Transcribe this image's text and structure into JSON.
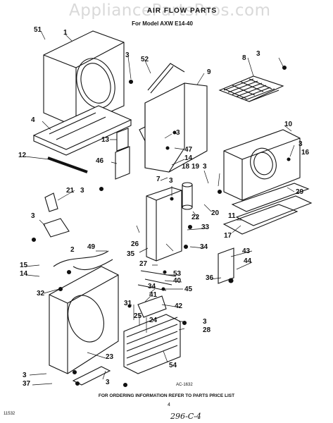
{
  "watermark": "AppliancePartsPros.com",
  "header": {
    "title": "AIR FLOW PARTS",
    "subtitle": "For Model AXW E14-40"
  },
  "callouts": [
    {
      "id": "c51",
      "label": "51"
    },
    {
      "id": "c1",
      "label": "1"
    },
    {
      "id": "c3a",
      "label": "3"
    },
    {
      "id": "c52",
      "label": "52"
    },
    {
      "id": "c9",
      "label": "9"
    },
    {
      "id": "c3b",
      "label": "3"
    },
    {
      "id": "c8",
      "label": "8"
    },
    {
      "id": "c4",
      "label": "4"
    },
    {
      "id": "c13",
      "label": "13"
    },
    {
      "id": "c3c",
      "label": "3"
    },
    {
      "id": "c10",
      "label": "10"
    },
    {
      "id": "c47",
      "label": "47"
    },
    {
      "id": "c3d",
      "label": "3"
    },
    {
      "id": "c16",
      "label": "16"
    },
    {
      "id": "c12",
      "label": "12"
    },
    {
      "id": "c14a",
      "label": "14"
    },
    {
      "id": "c46",
      "label": "46"
    },
    {
      "id": "c18",
      "label": "18"
    },
    {
      "id": "c19",
      "label": "19"
    },
    {
      "id": "c3e",
      "label": "3"
    },
    {
      "id": "c7",
      "label": "7"
    },
    {
      "id": "c29",
      "label": "29"
    },
    {
      "id": "c21",
      "label": "21"
    },
    {
      "id": "c3f",
      "label": "3"
    },
    {
      "id": "c3g",
      "label": "3"
    },
    {
      "id": "c20",
      "label": "20"
    },
    {
      "id": "c11",
      "label": "11"
    },
    {
      "id": "c22",
      "label": "22"
    },
    {
      "id": "c17",
      "label": "17"
    },
    {
      "id": "c3h",
      "label": "3"
    },
    {
      "id": "c33",
      "label": "33"
    },
    {
      "id": "c2",
      "label": "2"
    },
    {
      "id": "c49",
      "label": "49"
    },
    {
      "id": "c26",
      "label": "26"
    },
    {
      "id": "c34a",
      "label": "34"
    },
    {
      "id": "c43",
      "label": "43"
    },
    {
      "id": "c35",
      "label": "35"
    },
    {
      "id": "c15",
      "label": "15"
    },
    {
      "id": "c14b",
      "label": "14"
    },
    {
      "id": "c27",
      "label": "27"
    },
    {
      "id": "c44",
      "label": "44"
    },
    {
      "id": "c53",
      "label": "53"
    },
    {
      "id": "c40",
      "label": "40"
    },
    {
      "id": "c36",
      "label": "36"
    },
    {
      "id": "c32",
      "label": "32"
    },
    {
      "id": "c34b",
      "label": "34"
    },
    {
      "id": "c45",
      "label": "45"
    },
    {
      "id": "c41",
      "label": "41"
    },
    {
      "id": "c31",
      "label": "31"
    },
    {
      "id": "c25",
      "label": "25"
    },
    {
      "id": "c42",
      "label": "42"
    },
    {
      "id": "c24",
      "label": "24"
    },
    {
      "id": "c3i",
      "label": "3"
    },
    {
      "id": "c28",
      "label": "28"
    },
    {
      "id": "c23",
      "label": "23"
    },
    {
      "id": "c54",
      "label": "54"
    },
    {
      "id": "c3j",
      "label": "3"
    },
    {
      "id": "c37",
      "label": "37"
    },
    {
      "id": "c3k",
      "label": "3"
    }
  ],
  "figure_code": "AC-1632",
  "footer": "FOR ORDERING INFORMATION REFER TO PARTS PRICE LIST",
  "doc_code": "11532",
  "page_number": "4",
  "handwritten": "296-C-4"
}
